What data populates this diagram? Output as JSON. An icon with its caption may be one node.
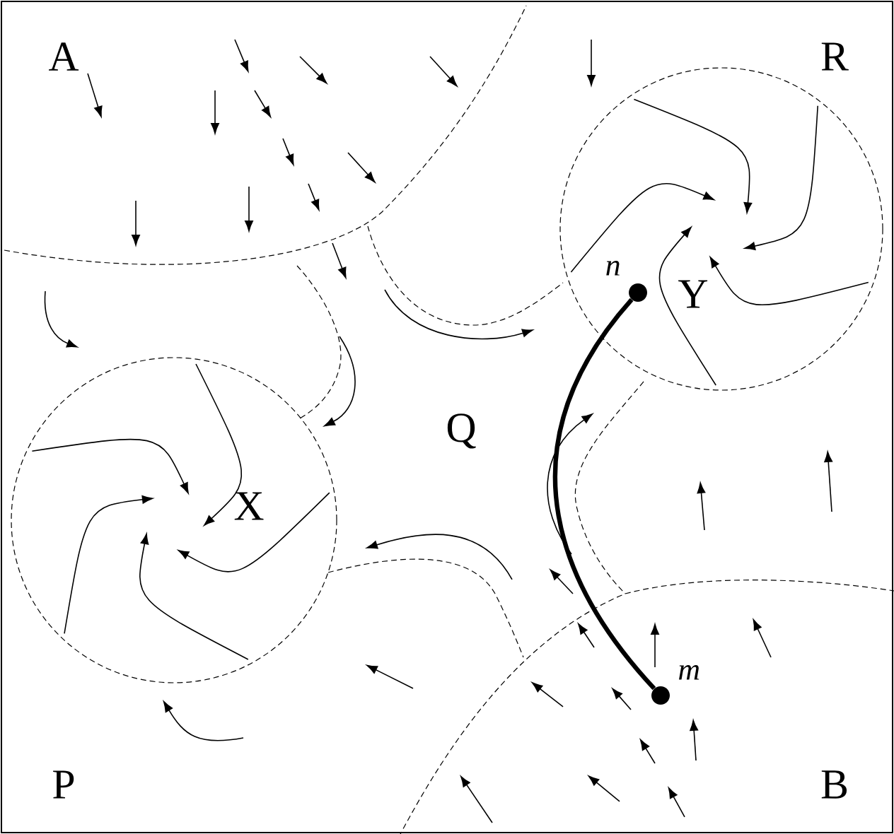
{
  "diagram": {
    "nodes": [
      {
        "text": [
          "X"
        ]
      },
      {
        "text": [
          "Y"
        ]
      },
      {
        "text": [],
        "shape": "circle",
        "beside": [
          "n"
        ],
        "in": 1
      },
      {
        "text": [],
        "shape": "circle",
        "beside": [
          "m"
        ]
      }
    ],
    "edges": [
      {
        "from": 3,
        "to": 2,
        "arrow": "none"
      }
    ],
    "labels": [
      "A",
      "R",
      "Q",
      "P",
      "B"
    ]
  }
}
